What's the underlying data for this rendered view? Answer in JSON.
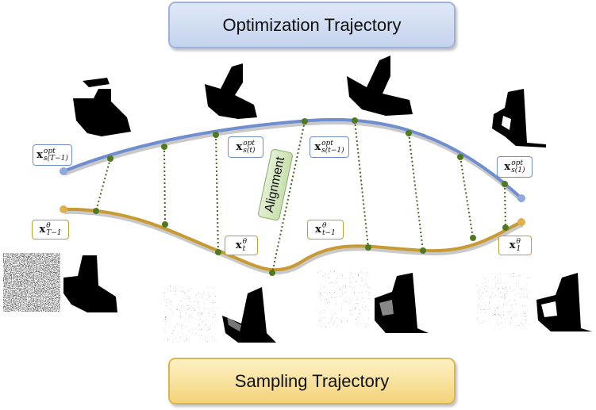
{
  "optimization_title": "Optimization Trajectory",
  "sampling_title": "Sampling Trajectory",
  "alignment_label": "Alignment",
  "colors": {
    "optimization_curve": "#6f8ed0",
    "sampling_curve": "#c89a32",
    "alignment_points": "#4f7a1f",
    "alignment_lines": "#3f6b1a"
  },
  "optimization_labels": [
    {
      "base": "x",
      "sup": "opt",
      "sub": "s(T−1)"
    },
    {
      "base": "x",
      "sup": "opt",
      "sub": "s(t)"
    },
    {
      "base": "x",
      "sup": "opt",
      "sub": "s(t−1)"
    },
    {
      "base": "x",
      "sup": "opt",
      "sub": "s(1)"
    }
  ],
  "sampling_labels": [
    {
      "base": "x",
      "sup": "θ",
      "sub": "T−1"
    },
    {
      "base": "x",
      "sup": "θ",
      "sub": "t"
    },
    {
      "base": "x",
      "sup": "θ",
      "sub": "t−1"
    },
    {
      "base": "x",
      "sup": "θ",
      "sub": "1"
    }
  ]
}
